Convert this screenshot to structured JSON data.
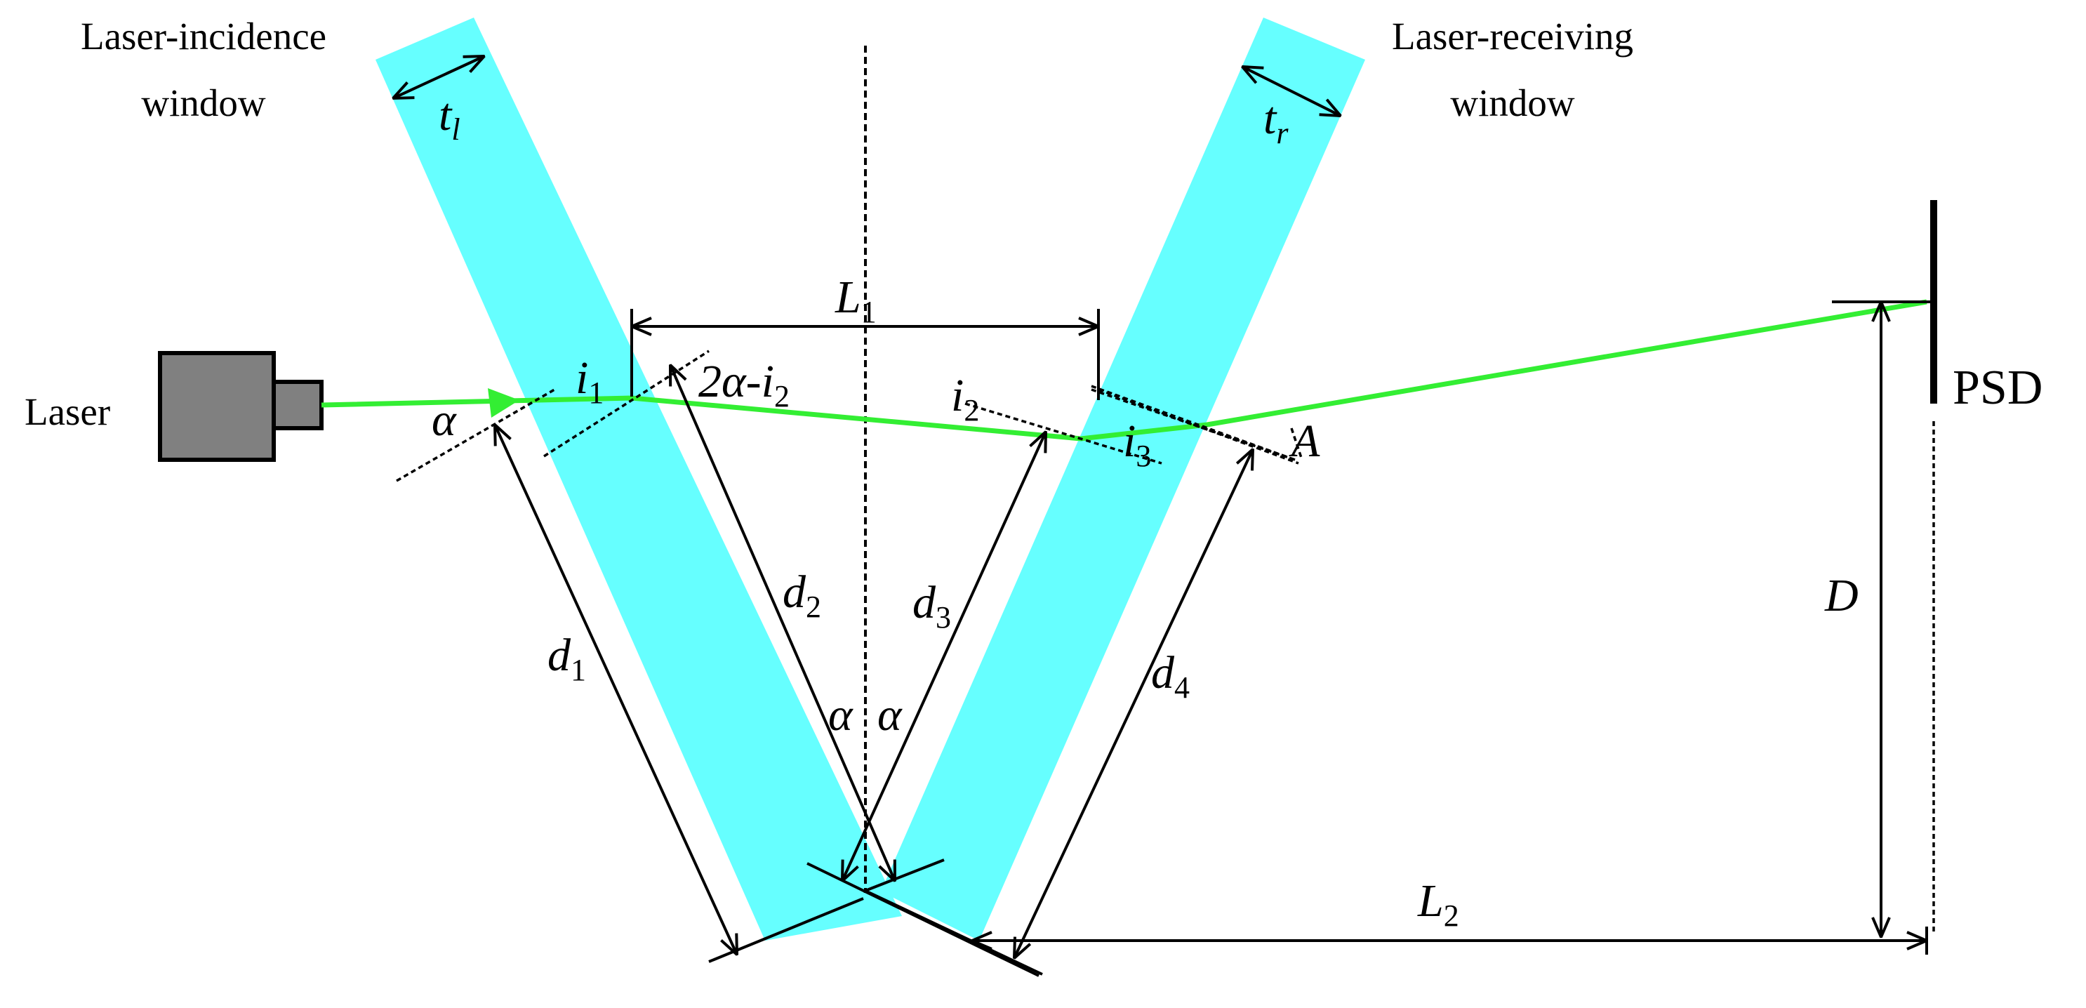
{
  "labels": {
    "incidence_window_line1": "Laser-incidence",
    "incidence_window_line2": "window",
    "receiving_window_line1": "Laser-receiving",
    "receiving_window_line2": "window",
    "laser": "Laser",
    "psd": "PSD"
  },
  "symbols": {
    "t_l": {
      "main": "t",
      "sub": "l"
    },
    "t_r": {
      "main": "t",
      "sub": "r"
    },
    "L_1": {
      "main": "L",
      "sub": "1"
    },
    "L_2": {
      "main": "L",
      "sub": "2"
    },
    "i_1": {
      "main": "i",
      "sub": "1"
    },
    "i_2": {
      "main": "i",
      "sub": "2"
    },
    "i_3": {
      "main": "i",
      "sub": "3"
    },
    "two_alpha_minus_i2": {
      "main": "2α-i",
      "sub": "2"
    },
    "alpha_left": "α",
    "alpha_bottom_left": "α",
    "alpha_bottom_right": "α",
    "A": "A",
    "D": "D",
    "d_1": {
      "main": "d",
      "sub": "1"
    },
    "d_2": {
      "main": "d",
      "sub": "2"
    },
    "d_3": {
      "main": "d",
      "sub": "3"
    },
    "d_4": {
      "main": "d",
      "sub": "4"
    }
  },
  "colors": {
    "window_fill": "#66ffff",
    "laser_beam": "#33ee33",
    "laser_body": "#808080",
    "line": "#000000"
  }
}
